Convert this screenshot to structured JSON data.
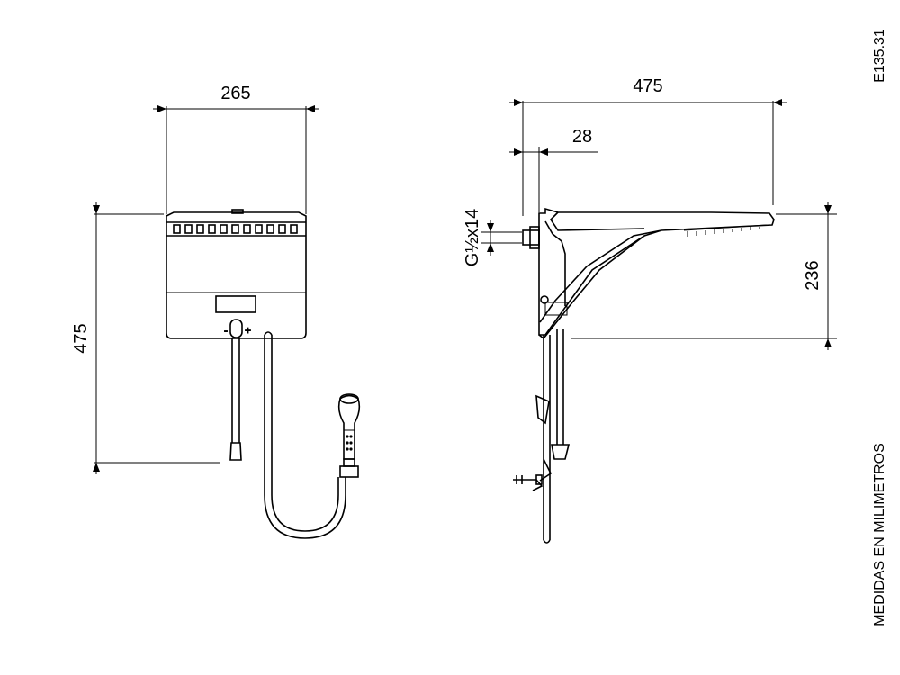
{
  "drawing_code": "E135.31",
  "units_note": "MEDIDAS EN MILIMETROS",
  "front_view": {
    "width_label": "265",
    "height_label": "475"
  },
  "side_view": {
    "depth_label": "475",
    "offset_label": "28",
    "thread_label": "G½x14",
    "drop_label": "236"
  }
}
